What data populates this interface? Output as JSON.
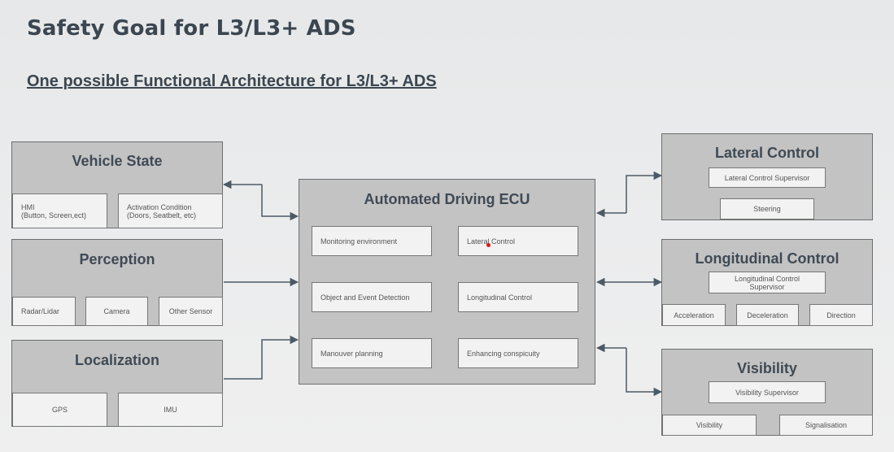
{
  "title": "Safety Goal for L3/L3+ ADS",
  "subtitle": "One possible Functional Architecture for L3/L3+ ADS",
  "left": {
    "vehicle_state": {
      "title": "Vehicle State",
      "hmi": "HMI",
      "hmi_detail": "(Button, Screen,ect)",
      "activation": "Activation Condition",
      "activation_detail": "(Doors, Seatbelt, etc)"
    },
    "perception": {
      "title": "Perception",
      "items": [
        "Radar/Lidar",
        "Camera",
        "Other Sensor"
      ]
    },
    "localization": {
      "title": "Localization",
      "items": [
        "GPS",
        "IMU"
      ]
    }
  },
  "center": {
    "title": "Automated Driving ECU",
    "items": [
      "Monitoring environment",
      "Lateral Control",
      "Object and Event Detection",
      "Longitudinal Control",
      "Manouver planning",
      "Enhancing conspicuity"
    ]
  },
  "right": {
    "lateral": {
      "title": "Lateral Control",
      "supervisor": "Lateral Control Supervisor",
      "steering": "Steering"
    },
    "longitudinal": {
      "title": "Longitudinal Control",
      "supervisor_line1": "Longitudinal Control",
      "supervisor_line2": "Supervisor",
      "items": [
        "Acceleration",
        "Deceleration",
        "Direction"
      ]
    },
    "visibility": {
      "title": "Visibility",
      "supervisor": "Visibility Supervisor",
      "items": [
        "Visibility",
        "Signalisation"
      ]
    }
  },
  "colors": {
    "block_fill": "#c3c3c3",
    "sub_fill": "#f2f2f2",
    "title_text": "#3b4650",
    "arrow": "#4c5a66"
  }
}
